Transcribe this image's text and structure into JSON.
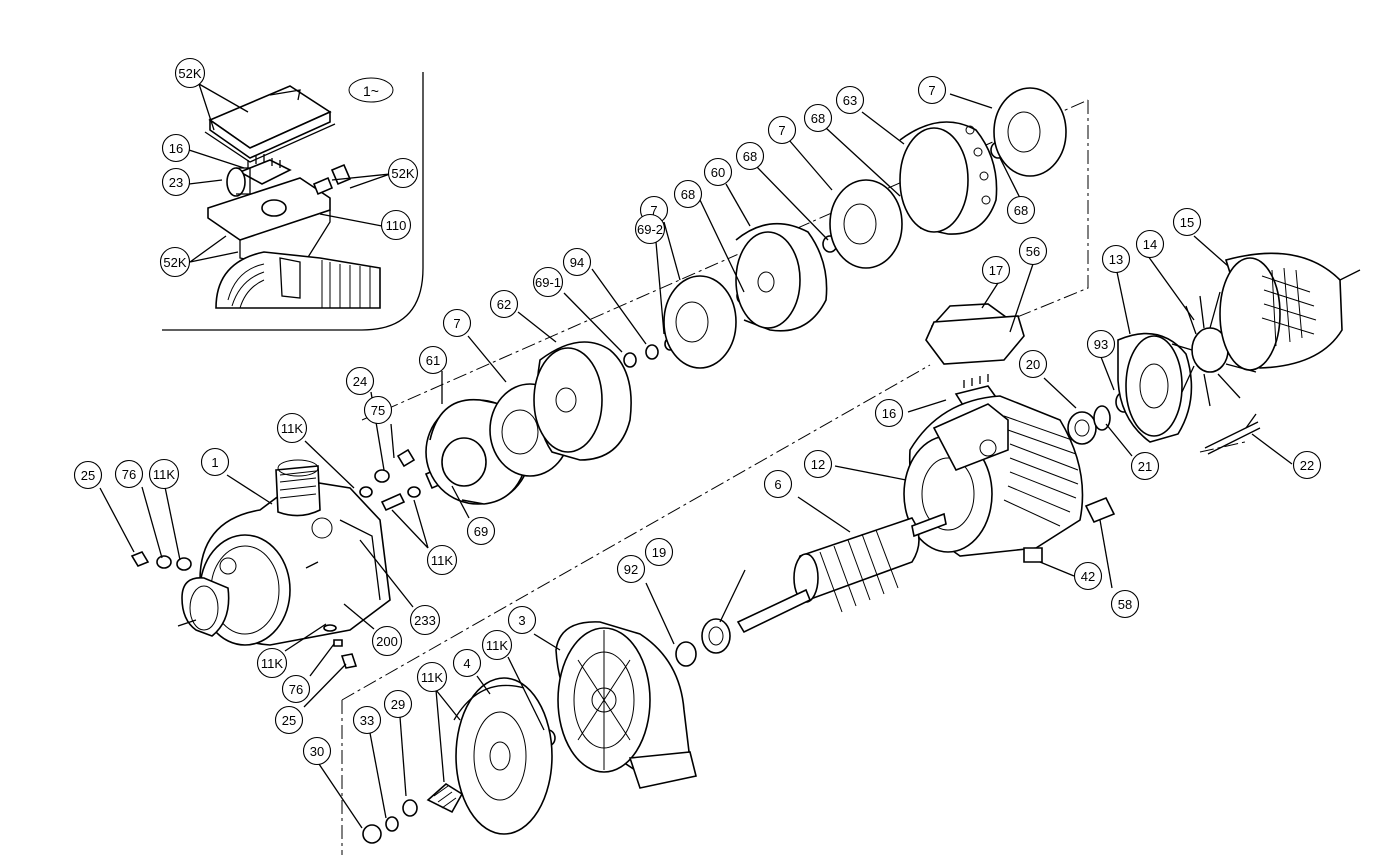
{
  "phase_symbol": "1~",
  "callouts": [
    {
      "label": "52K"
    },
    {
      "label": "16"
    },
    {
      "label": "23"
    },
    {
      "label": "52K"
    },
    {
      "label": "110"
    },
    {
      "label": "52K"
    },
    {
      "label": "63"
    },
    {
      "label": "7"
    },
    {
      "label": "68"
    },
    {
      "label": "7"
    },
    {
      "label": "68"
    },
    {
      "label": "68"
    },
    {
      "label": "60"
    },
    {
      "label": "68"
    },
    {
      "label": "7"
    },
    {
      "label": "69-2"
    },
    {
      "label": "94"
    },
    {
      "label": "69-1"
    },
    {
      "label": "62"
    },
    {
      "label": "7"
    },
    {
      "label": "61"
    },
    {
      "label": "24"
    },
    {
      "label": "75"
    },
    {
      "label": "11K"
    },
    {
      "label": "1"
    },
    {
      "label": "11K"
    },
    {
      "label": "76"
    },
    {
      "label": "25"
    },
    {
      "label": "69"
    },
    {
      "label": "11K"
    },
    {
      "label": "233"
    },
    {
      "label": "200"
    },
    {
      "label": "11K"
    },
    {
      "label": "76"
    },
    {
      "label": "25"
    },
    {
      "label": "17"
    },
    {
      "label": "56"
    },
    {
      "label": "13"
    },
    {
      "label": "14"
    },
    {
      "label": "15"
    },
    {
      "label": "93"
    },
    {
      "label": "20"
    },
    {
      "label": "16"
    },
    {
      "label": "21"
    },
    {
      "label": "22"
    },
    {
      "label": "12"
    },
    {
      "label": "6"
    },
    {
      "label": "42"
    },
    {
      "label": "58"
    },
    {
      "label": "19"
    },
    {
      "label": "92"
    },
    {
      "label": "3"
    },
    {
      "label": "11K"
    },
    {
      "label": "4"
    },
    {
      "label": "11K"
    },
    {
      "label": "29"
    },
    {
      "label": "33"
    },
    {
      "label": "30"
    }
  ]
}
